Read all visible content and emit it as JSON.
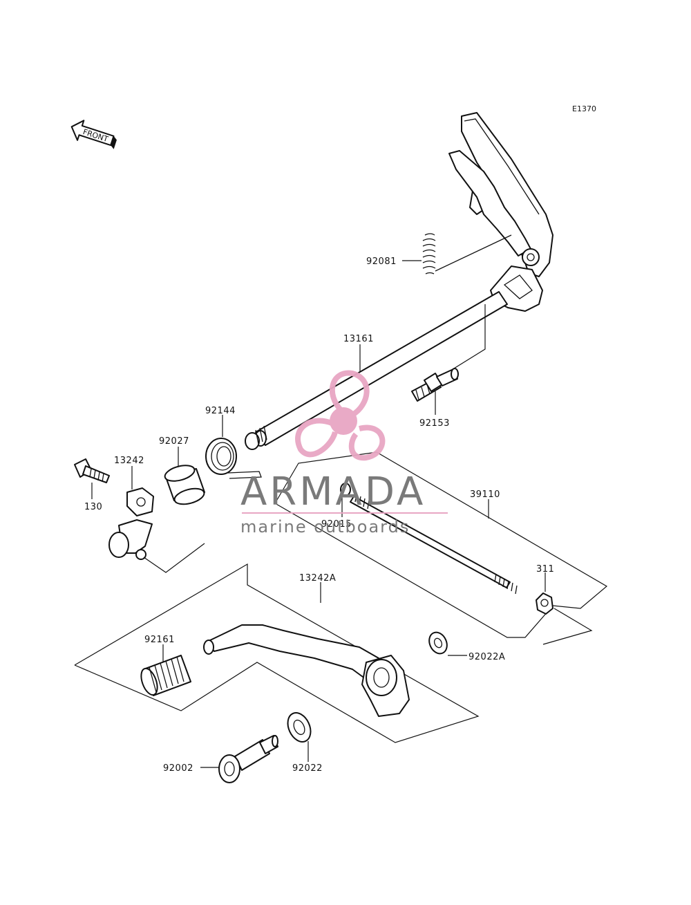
{
  "diagram": {
    "code": "E1370",
    "front_label": "FRONT",
    "labels": {
      "p92081": "92081",
      "p13161": "13161",
      "p92153": "92153",
      "p92144": "92144",
      "p92027": "92027",
      "p13242": "13242",
      "p130": "130",
      "p92015": "92015",
      "p39110": "39110",
      "p311": "311",
      "p13242A": "13242A",
      "p92161": "92161",
      "p92022A": "92022A",
      "p92002": "92002",
      "p92022": "92022"
    }
  },
  "watermark": {
    "brand": "ARMADA",
    "tagline": "marine outboards",
    "logo_color": "#e8a6c3",
    "text_color": "#7a7a7a"
  }
}
